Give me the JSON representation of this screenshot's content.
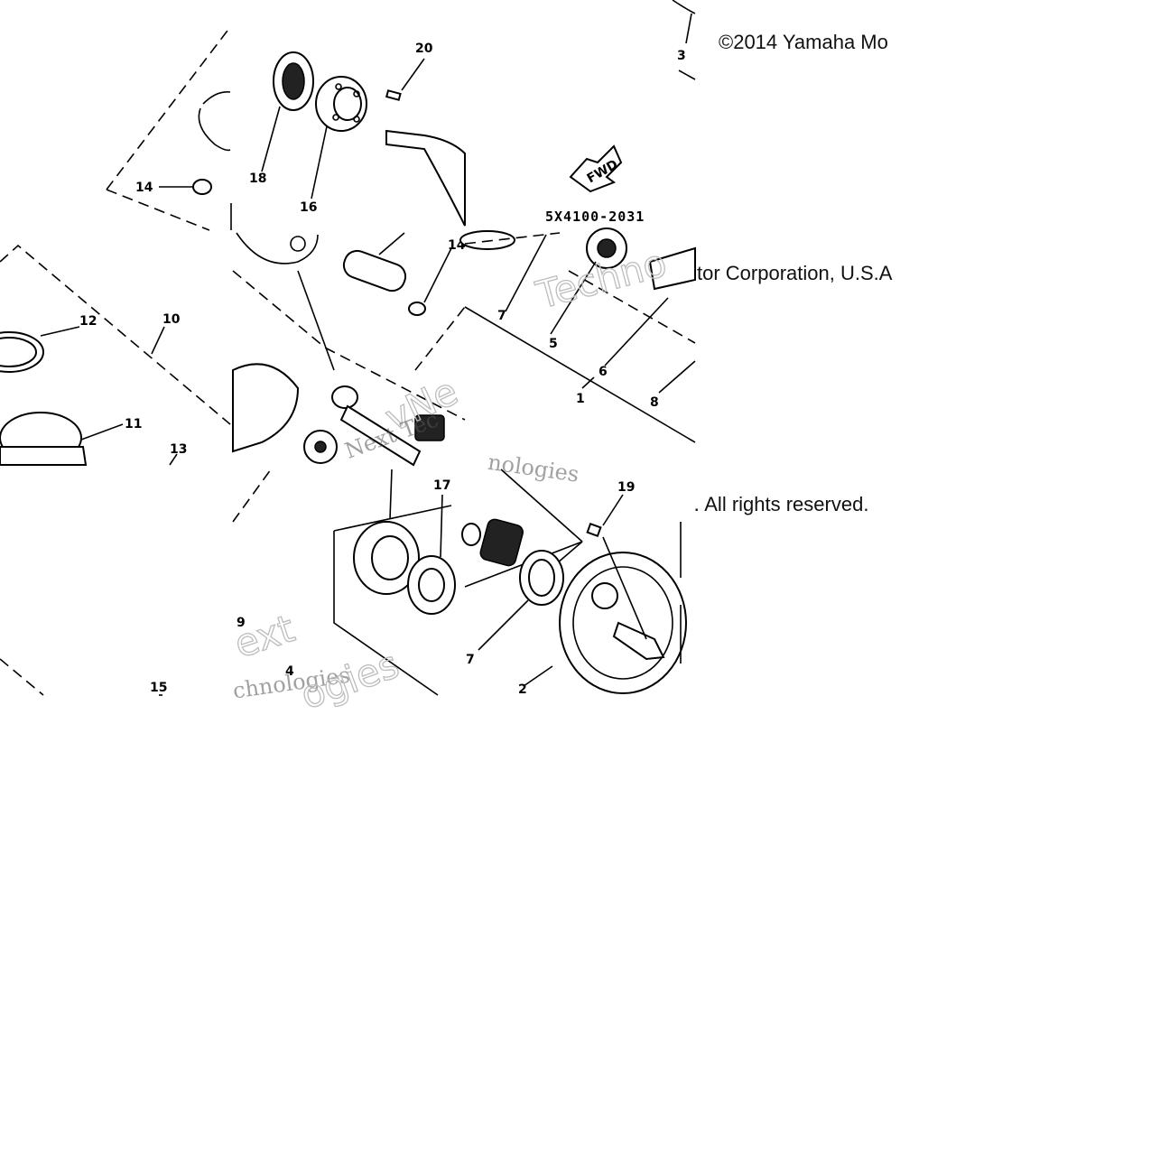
{
  "copyright": {
    "line1": "©2014 Yamaha Mo",
    "line2": "tor Corporation, U.S.A",
    "line3": "․ All rights reserved."
  },
  "diagram": {
    "drawing_code": "5X4100-2031",
    "direction_marker": "FWD",
    "callouts": [
      "20",
      "14",
      "18",
      "16",
      "3",
      "12",
      "10",
      "11",
      "13",
      "14",
      "7",
      "5",
      "6",
      "1",
      "8",
      "17",
      "19",
      "9",
      "4",
      "7",
      "2",
      "15"
    ],
    "watermark_fragments": [
      "Techno",
      "vNe",
      "Next Tec",
      "nologies",
      "ext",
      "chnologies",
      "ogies"
    ]
  },
  "colors": {
    "ink": "#000000",
    "paper": "#ffffff",
    "watermark": "#bdbdbd"
  }
}
